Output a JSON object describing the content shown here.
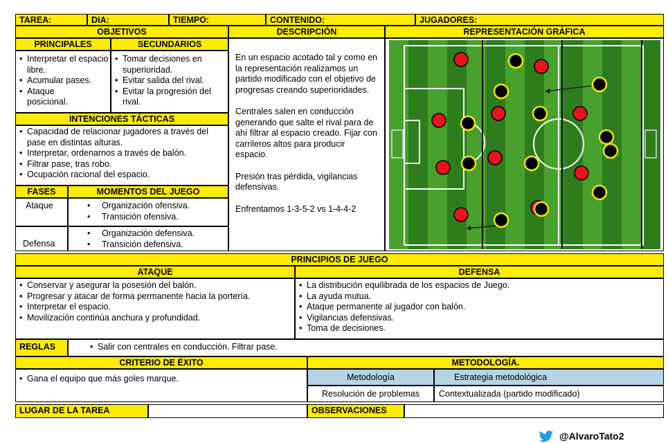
{
  "header": {
    "tarea": "TAREA:",
    "dia": "DIA:",
    "tiempo": "TIEMPO:",
    "contenido": "CONTENIDO:",
    "jugadores": "JUGADORES:"
  },
  "objetivos": {
    "title": "OBJETIVOS",
    "principales_title": "PRINCIPALES",
    "secundarios_title": "SECUNDARIOS",
    "principales": [
      "Interpretar el espacio libre.",
      "Acumular pases.",
      "Ataque posicional."
    ],
    "secundarios": [
      "Tomar decisiones en superioridad.",
      "Evitar salida del rival.",
      "Evitar la progresión del rival."
    ]
  },
  "intenciones": {
    "title": "INTENCIONES TÁCTICAS",
    "items": [
      "Capacidad de relacionar jugadores a través del pase en distintas alturas.",
      "Interpretar, ordenarnos a través de balón.",
      "Filtrar pase, tras robo.",
      "Ocupación racional del espacio."
    ]
  },
  "fases": {
    "title": "FASES",
    "momentos_title": "MOMENTOS DEL JUEGO",
    "ataque_label": "Ataque",
    "ataque_items": [
      "Organización ofensiva.",
      "Transición ofensiva."
    ],
    "defensa_label": "Defensa",
    "defensa_items": [
      "Organización defensiva.",
      "Transición defensiva."
    ]
  },
  "descripcion": {
    "title": "DESCRIPCIÓN",
    "p1": "En un espacio acotado tal y como en la representación realizamos un partido modificado con el objetivo de progresas creando superioridades.",
    "p2": "Centrales salen en conducción generando que salte el rival para de ahí filtrar al espacio creado. Fijar con carrileros altos para producir espacio.",
    "p3": "Presión tras pérdida, vigilancias defensivas.",
    "p4": "Enfrentamos 1-3-5-2 vs 1-4-4-2"
  },
  "representacion": {
    "title": "REPRESENTACIÓN GRÁFICA",
    "colors": {
      "grass_dark": "#2f7d1e",
      "grass_light": "#4aa52f",
      "red_player": "#e8141b",
      "black_player": "#000000",
      "yellow_ring": "#f5e600"
    }
  },
  "principios": {
    "title": "PRINCIPIOS DE JUEGO",
    "ataque_title": "ATAQUE",
    "defensa_title": "DEFENSA",
    "ataque_items": [
      "Conservar y asegurar la posesión del balón.",
      "Progresar y atacar de forma permanente hacia la portería.",
      "Interpretar el espacio.",
      "Movilización continúa anchura y profundidad."
    ],
    "defensa_items": [
      "La distribución equilibrada de los espacios de Juego.",
      "La ayuda mutua.",
      "Ataque permanente al jugador con balón.",
      "Vigilancias defensivas.",
      "Toma de decisiones."
    ]
  },
  "reglas": {
    "title": "REGLAS",
    "item": "Salir con centrales en conducción. Filtrar pase."
  },
  "criterio": {
    "title": "CRITERIO DE ÉXITO",
    "item": "Gana el equipo que más goles marque."
  },
  "metodologia": {
    "title": "METODOLOGÍA.",
    "col1_header": "Metodología",
    "col2_header": "Estrategia metodológica",
    "col1_value": "Resolución de problemas",
    "col2_value": "Contextualizada (partido modificado)"
  },
  "footer": {
    "lugar": "LUGAR DE LA TAREA",
    "observaciones": "OBSERVACIONES"
  },
  "credit": {
    "handle": "@AlvaroTato2"
  }
}
